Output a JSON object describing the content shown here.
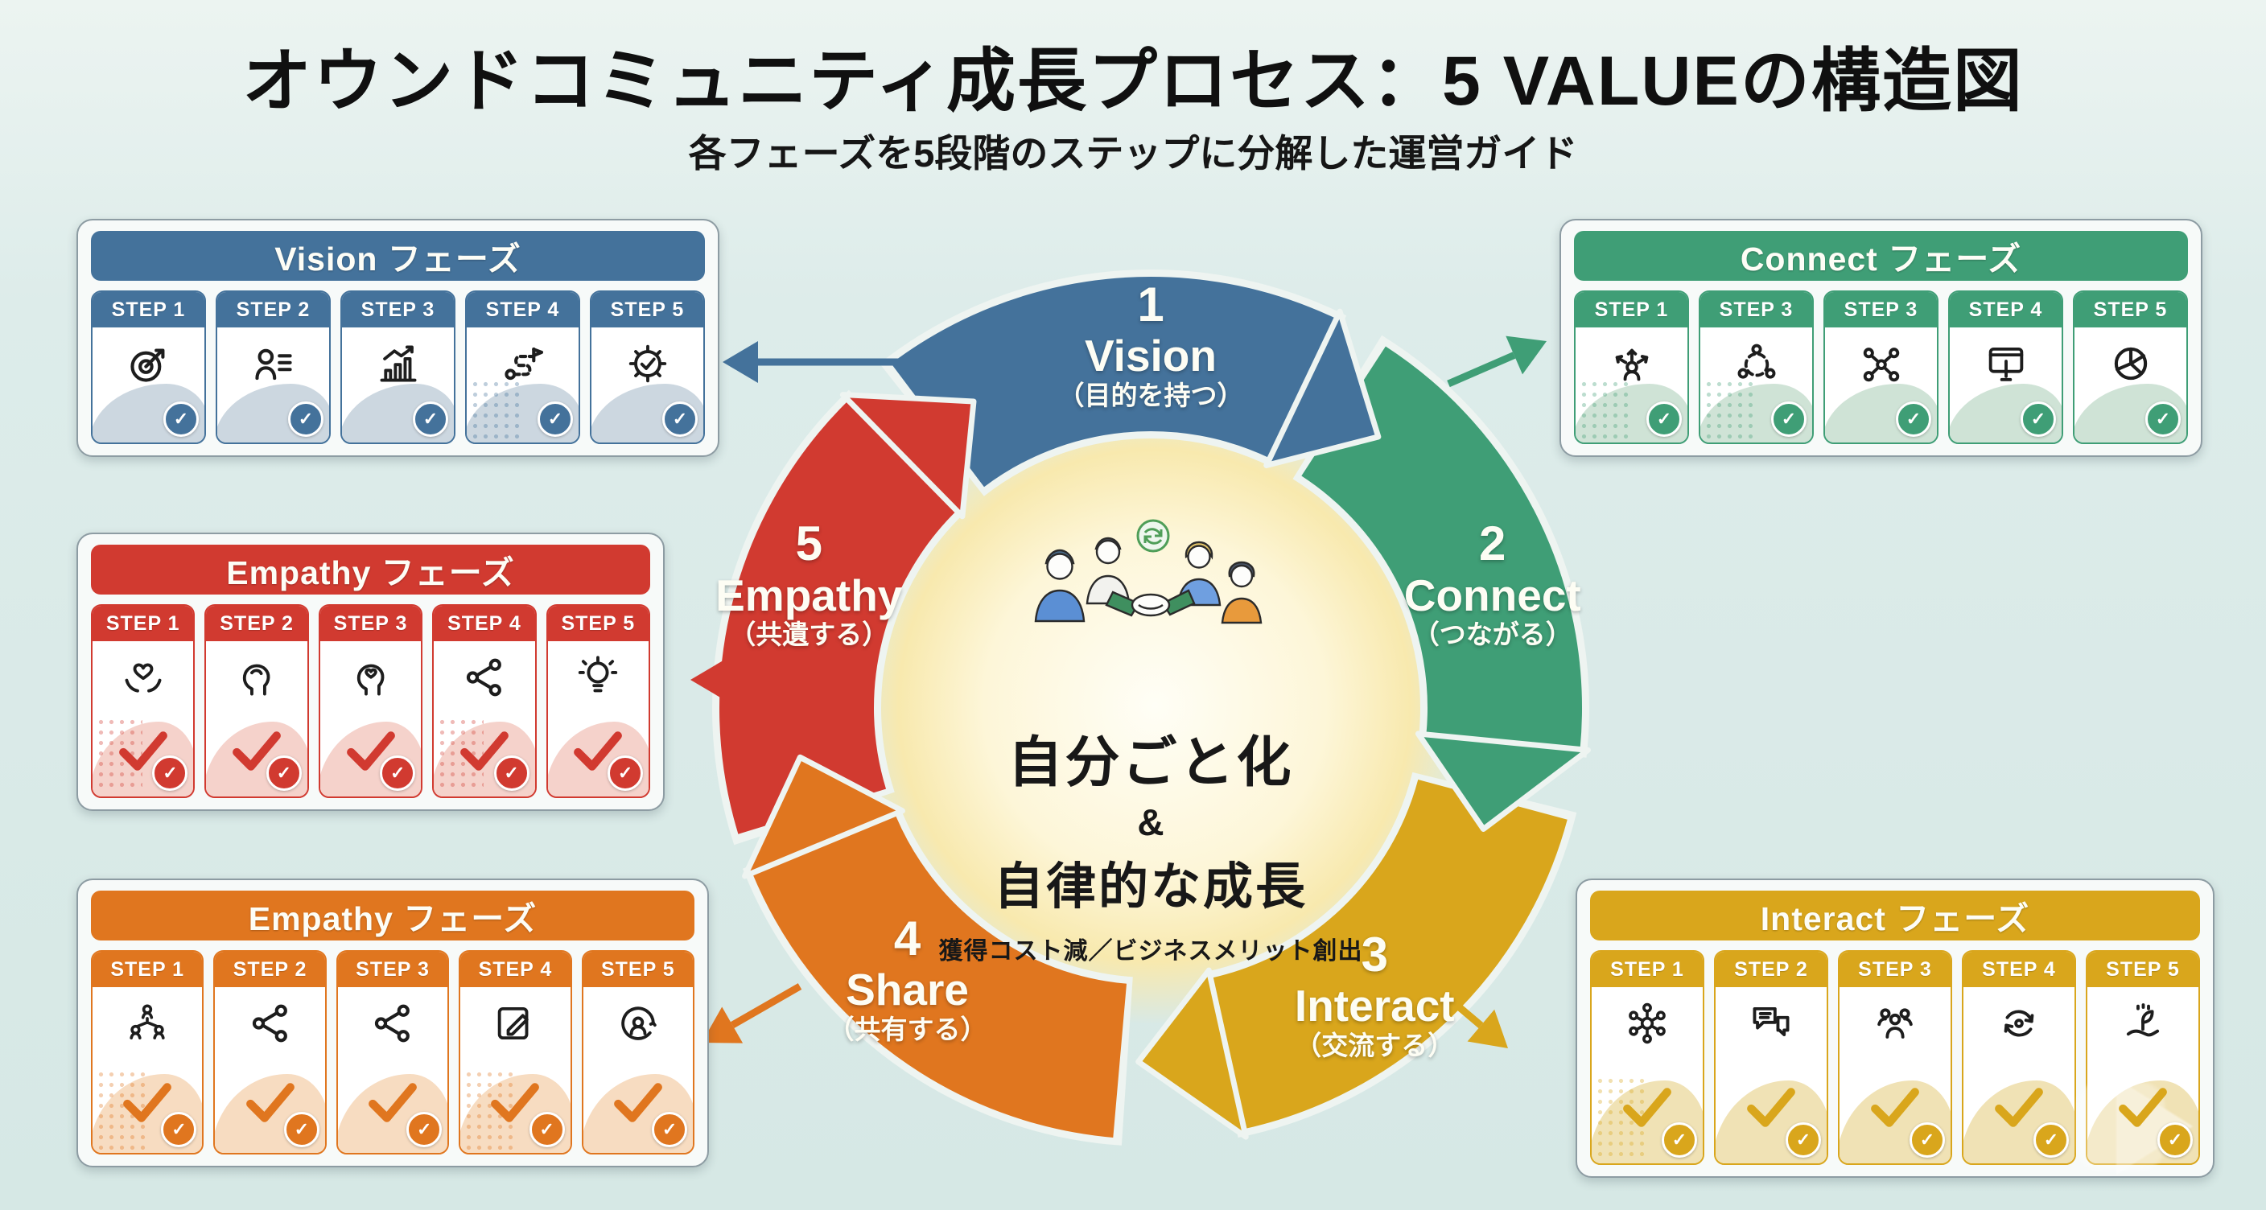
{
  "header": {
    "title": "オウンドコミュニティ成長プロセス：5 VALUEの構造図",
    "subtitle": "各フェーズを5段階のステップに分解した運営ガイド"
  },
  "glyphs": {
    "check": "✓"
  },
  "center": {
    "line1": "自分ごと化",
    "amp": "&",
    "line2": "自律的な成長",
    "line3": "獲得コスト減／ビジネスメリット創出"
  },
  "cycle": {
    "segments": [
      {
        "id": "vision",
        "number": "1",
        "name": "Vision",
        "sub": "（目的を持つ）",
        "color": "#44729b",
        "angle": -90
      },
      {
        "id": "connect",
        "number": "2",
        "name": "Connect",
        "sub": "（つながる）",
        "color": "#3f9e76",
        "angle": -20
      },
      {
        "id": "interact",
        "number": "3",
        "name": "Interact",
        "sub": "（交流する）",
        "color": "#d9a61c",
        "angle": 52
      },
      {
        "id": "share",
        "number": "4",
        "name": "Share",
        "sub": "（共有する）",
        "color": "#e0761f",
        "angle": 132
      },
      {
        "id": "empathy",
        "number": "5",
        "name": "Empathy",
        "sub": "（共遺する）",
        "color": "#d13a30",
        "angle": 200
      }
    ]
  },
  "phases": [
    {
      "id": "vision",
      "title": "Vision フェーズ",
      "color": "#44729b",
      "tint": "#ccd7e0",
      "big_check": false,
      "steps": [
        {
          "label": "STEP 1",
          "icon": "target",
          "dots": false
        },
        {
          "label": "STEP 2",
          "icon": "user-list",
          "dots": false
        },
        {
          "label": "STEP 3",
          "icon": "growth",
          "dots": false
        },
        {
          "label": "STEP 4",
          "icon": "route",
          "dots": true
        },
        {
          "label": "STEP 5",
          "icon": "gear-check",
          "dots": false
        }
      ]
    },
    {
      "id": "connect",
      "title": "Connect フェーズ",
      "color": "#3f9e76",
      "tint": "#cfe3d6",
      "big_check": false,
      "steps": [
        {
          "label": "STEP 1",
          "icon": "spread",
          "dots": true
        },
        {
          "label": "STEP 3",
          "icon": "group-circle",
          "dots": true
        },
        {
          "label": "STEP 3",
          "icon": "network-people",
          "dots": false
        },
        {
          "label": "STEP 4",
          "icon": "tablet-tap",
          "dots": false
        },
        {
          "label": "STEP 5",
          "icon": "pie",
          "dots": false
        }
      ]
    },
    {
      "id": "empathy",
      "title": "Empathy フェーズ",
      "color": "#d13a30",
      "tint": "#f5d2cb",
      "big_check": true,
      "steps": [
        {
          "label": "STEP 1",
          "icon": "hands-heart",
          "dots": true
        },
        {
          "label": "STEP 2",
          "icon": "head-hand",
          "dots": false
        },
        {
          "label": "STEP 3",
          "icon": "head-heart",
          "dots": false
        },
        {
          "label": "STEP 4",
          "icon": "share-nodes",
          "dots": true
        },
        {
          "label": "STEP 5",
          "icon": "bulb",
          "dots": false
        }
      ]
    },
    {
      "id": "share",
      "title": "Empathy フェーズ",
      "color": "#e0761f",
      "tint": "#f7dcc1",
      "big_check": true,
      "steps": [
        {
          "label": "STEP 1",
          "icon": "org",
          "dots": true
        },
        {
          "label": "STEP 2",
          "icon": "share-nodes",
          "dots": false
        },
        {
          "label": "STEP 3",
          "icon": "share-nodes",
          "dots": false
        },
        {
          "label": "STEP 4",
          "icon": "pencil-note",
          "dots": true
        },
        {
          "label": "STEP 5",
          "icon": "person-cycle",
          "dots": false
        }
      ]
    },
    {
      "id": "interact",
      "title": "Interact フェーズ",
      "color": "#d9a61c",
      "tint": "#f0e2b5",
      "big_check": true,
      "steps": [
        {
          "label": "STEP 1",
          "icon": "hub",
          "dots": true
        },
        {
          "label": "STEP 2",
          "icon": "chat",
          "dots": false
        },
        {
          "label": "STEP 3",
          "icon": "people-group",
          "dots": false
        },
        {
          "label": "STEP 4",
          "icon": "recycle-chat",
          "dots": false
        },
        {
          "label": "STEP 5",
          "icon": "hand-plant",
          "dots": false
        }
      ]
    }
  ]
}
